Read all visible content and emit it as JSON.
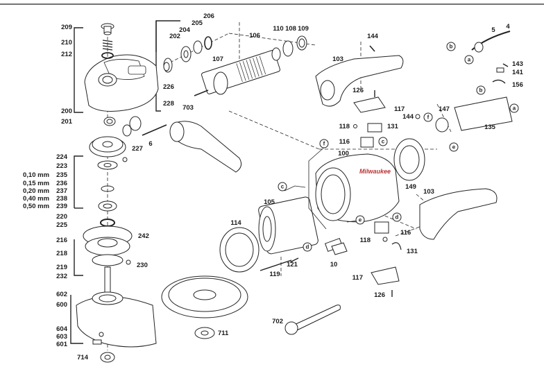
{
  "diagram": {
    "part_labels": {
      "p209": "209",
      "p210": "210",
      "p212": "212",
      "p200": "200",
      "p201": "201",
      "p206": "206",
      "p205": "205",
      "p204": "204",
      "p202": "202",
      "p226": "226",
      "p228": "228",
      "p107": "107",
      "p106": "106",
      "p110": "110",
      "p108": "108",
      "p109": "109",
      "p703": "703",
      "p144a": "144",
      "p103a": "103",
      "p126a": "126",
      "p117a": "117",
      "p144b": "144",
      "p118a": "118",
      "p131a": "131",
      "p116a": "116",
      "p100": "100",
      "p149": "149",
      "p5": "5",
      "p4": "4",
      "p143": "143",
      "p141": "141",
      "p156": "156",
      "p147": "147",
      "p135": "135",
      "p224": "224",
      "p223": "223",
      "p227": "227",
      "p6": "6",
      "p235": "235",
      "p236": "236",
      "p237": "237",
      "p238": "238",
      "p239": "239",
      "p220": "220",
      "p225": "225",
      "p242": "242",
      "p216": "216",
      "p218": "218",
      "p219": "219",
      "p230": "230",
      "p232": "232",
      "p105": "105",
      "p114": "114",
      "p121": "121",
      "p119": "119",
      "p10": "10",
      "p103b": "103",
      "p116b": "116",
      "p118b": "118",
      "p131b": "131",
      "p117b": "117",
      "p126b": "126",
      "p602": "602",
      "p600": "600",
      "p604": "604",
      "p603": "603",
      "p601": "601",
      "p714": "714",
      "p711": "711",
      "p702": "702"
    },
    "shim_sizes": {
      "s235": "0,10 mm",
      "s236": "0,15 mm",
      "s237": "0,20 mm",
      "s238": "0,40 mm",
      "s239": "0,50 mm"
    },
    "callouts": {
      "a": "a",
      "b": "b",
      "c": "c",
      "d": "d",
      "e": "e",
      "f": "f"
    }
  }
}
